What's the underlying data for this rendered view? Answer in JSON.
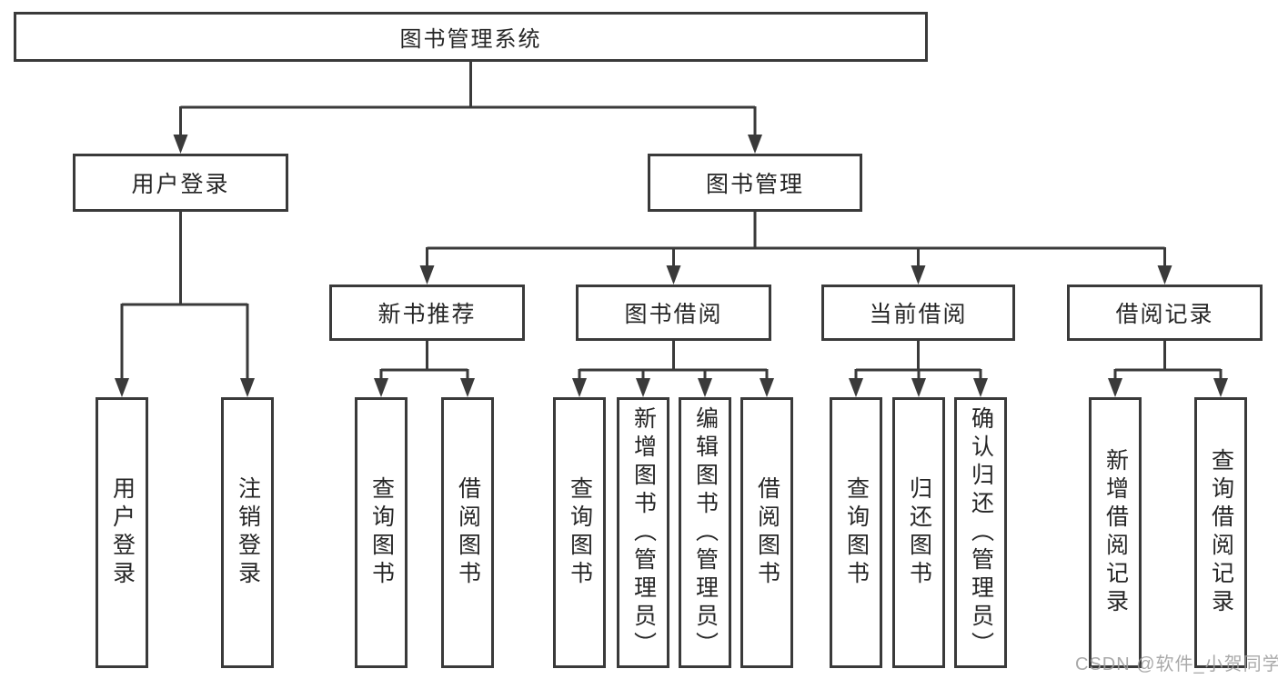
{
  "page": {
    "type": "hierarchy-diagram",
    "language": "zh-CN"
  },
  "nodes": {
    "root": {
      "label": "图书管理系统"
    },
    "user_login": {
      "label": "用户登录"
    },
    "book_mgmt": {
      "label": "图书管理"
    },
    "new_book_rec": {
      "label": "新书推荐"
    },
    "book_borrow": {
      "label": "图书借阅"
    },
    "current_borrow": {
      "label": "当前借阅"
    },
    "borrow_record": {
      "label": "借阅记录"
    },
    "leaf_user_login": {
      "label": "用户登录"
    },
    "leaf_logout": {
      "label": "注销登录"
    },
    "leaf_rec_query_book": {
      "label": "查询图书"
    },
    "leaf_rec_borrow_book": {
      "label": "借阅图书"
    },
    "leaf_bb_query_book": {
      "label": "查询图书"
    },
    "leaf_bb_add_book": {
      "label": "新增图书（管理员）"
    },
    "leaf_bb_edit_book": {
      "label": "编辑图书（管理员）"
    },
    "leaf_bb_borrow_book": {
      "label": "借阅图书"
    },
    "leaf_cb_query_book": {
      "label": "查询图书"
    },
    "leaf_cb_return_book": {
      "label": "归还图书"
    },
    "leaf_cb_confirm_return": {
      "label": "确认归还（管理员）"
    },
    "leaf_br_add_record": {
      "label": "新增借阅记录"
    },
    "leaf_br_query_record": {
      "label": "查询借阅记录"
    }
  },
  "hierarchy": {
    "图书管理系统": {
      "用户登录": [
        "用户登录",
        "注销登录"
      ],
      "图书管理": {
        "新书推荐": [
          "查询图书",
          "借阅图书"
        ],
        "图书借阅": [
          "查询图书",
          "新增图书（管理员）",
          "编辑图书（管理员）",
          "借阅图书"
        ],
        "当前借阅": [
          "查询图书",
          "归还图书",
          "确认归还（管理员）"
        ],
        "借阅记录": [
          "新增借阅记录",
          "查询借阅记录"
        ]
      }
    }
  },
  "watermark": "CSDN @软件_小贺同学",
  "colors": {
    "line": "#3a3a3a",
    "text": "#262626",
    "background": "#ffffff",
    "watermark": "#9e9e9e"
  }
}
